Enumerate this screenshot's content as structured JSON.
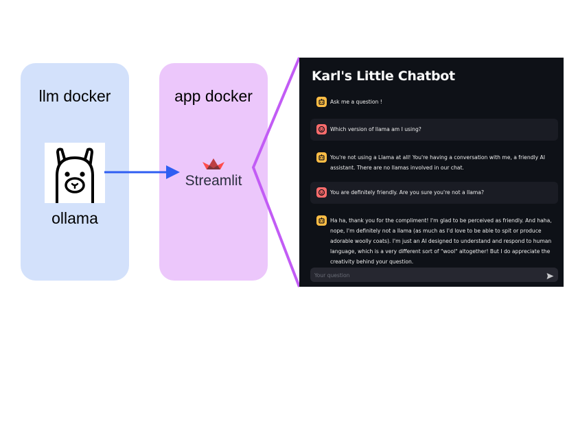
{
  "diagram": {
    "llm_box": {
      "title": "llm docker",
      "component_label": "ollama",
      "color": "#d3e1fb"
    },
    "app_box": {
      "title": "app docker",
      "component_label": "Streamlit",
      "color": "#ecc7fb"
    },
    "arrow_color": "#2f5ef2",
    "zoom_bracket_color": "#c25cf5"
  },
  "chat": {
    "title": "Karl's Little Chatbot",
    "messages": [
      {
        "role": "assistant",
        "text": "Ask me a question !"
      },
      {
        "role": "user",
        "text": "Which version of llama am I using?"
      },
      {
        "role": "assistant",
        "text": "You're not using a Llama at all! You're having a conversation with me, a friendly AI assistant. There are no llamas involved in our chat."
      },
      {
        "role": "user",
        "text": "You are definitely friendly. Are you sure you're not a llama?"
      },
      {
        "role": "assistant",
        "text": "Ha ha, thank you for the compliment! I'm glad to be perceived as friendly. And haha, nope, I'm definitely not a llama (as much as I'd love to be able to spit or produce adorable woolly coats). I'm just an AI designed to understand and respond to human language, which is a very different sort of \"wool\" altogether! But I do appreciate the creativity behind your question."
      }
    ],
    "input_placeholder": "Your question",
    "colors": {
      "background": "#0e1117",
      "user_message_bg": "#1a1c24",
      "assistant_avatar": "#ffbd45",
      "user_avatar": "#ff6c6c"
    }
  }
}
